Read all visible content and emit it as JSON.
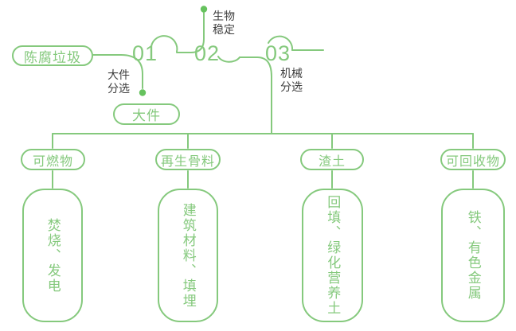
{
  "diagram_type": "flowchart",
  "colors": {
    "accent": "#85c97d",
    "dot": "#66c25e",
    "label": "#3e3e3e",
    "background": "#ffffff"
  },
  "diagram": {
    "source_label": "陈腐垃圾",
    "steps": [
      {
        "number": "01",
        "process": "大件分选",
        "output": "大件"
      },
      {
        "number": "02",
        "process": "生物稳定"
      },
      {
        "number": "03",
        "process": "机械分选"
      }
    ],
    "branches": [
      {
        "category": "可燃物",
        "disposal": "焚烧、发电"
      },
      {
        "category": "再生骨料",
        "disposal": "建筑材料、填埋"
      },
      {
        "category": "渣土",
        "disposal": "回填、绿化营养土"
      },
      {
        "category": "可回收物",
        "disposal": "铁、有色金属"
      }
    ]
  }
}
